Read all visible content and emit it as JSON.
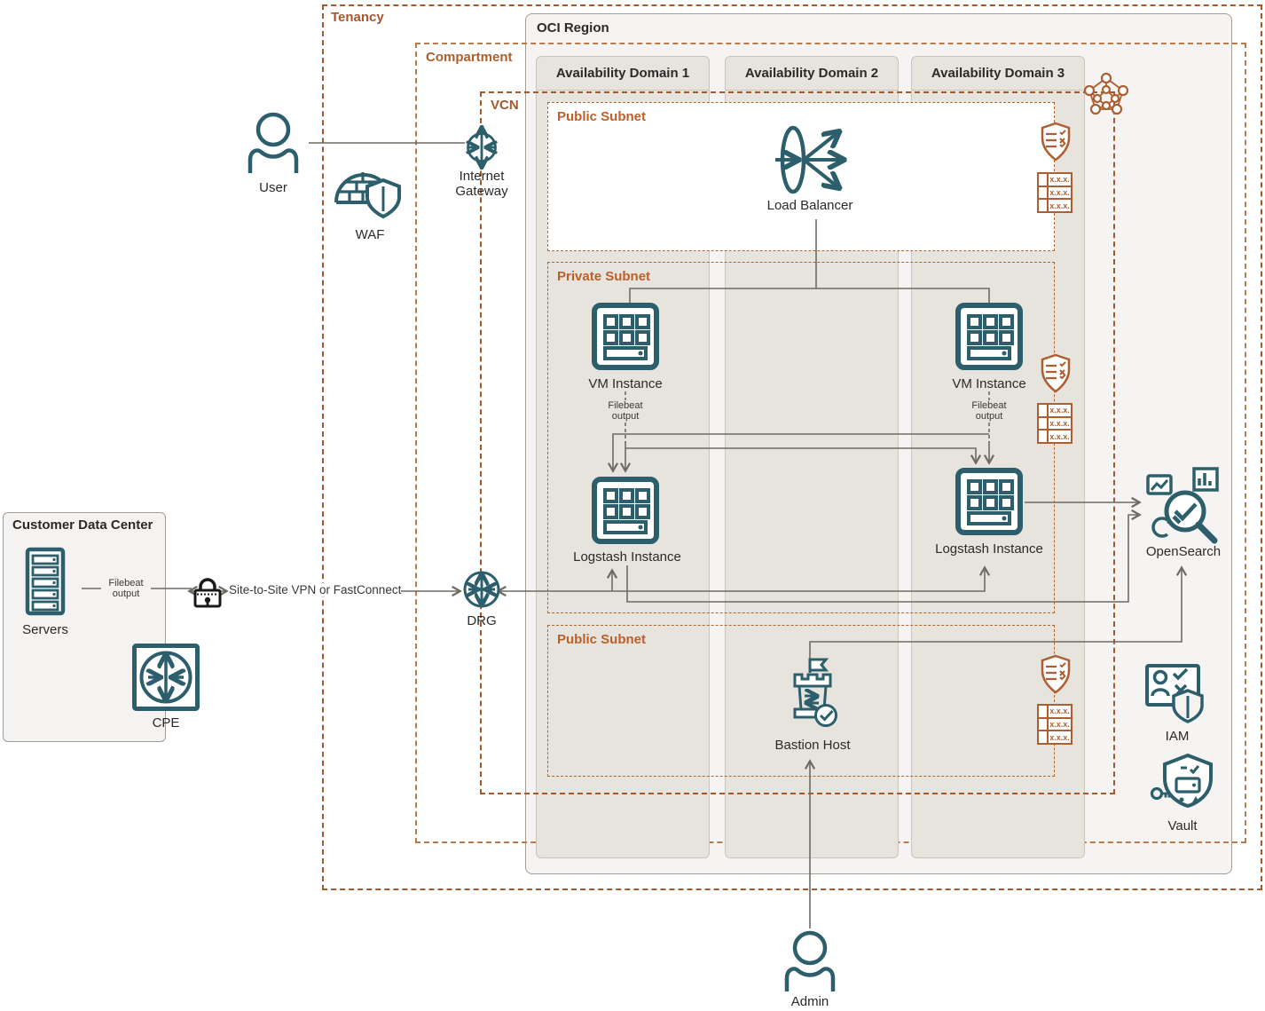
{
  "colors": {
    "accent_orange": "#a6582c",
    "icon_teal": "#2c5f6b",
    "line_gray": "#6e6a64",
    "text_dark": "#2c2a28",
    "region_fill": "#f5f4f2",
    "ad_column_fill": "#e7e4de"
  },
  "containers": {
    "tenancy": "Tenancy",
    "region": "OCI Region",
    "compartment": "Compartment",
    "vcn": "VCN",
    "availability_domains": [
      "Availability Domain 1",
      "Availability Domain 2",
      "Availability Domain 3"
    ],
    "public_subnet_top": "Public Subnet",
    "private_subnet": "Private Subnet",
    "public_subnet_bottom": "Public Subnet",
    "customer_dc": "Customer Data Center"
  },
  "nodes": {
    "user": "User",
    "waf": "WAF",
    "internet_gateway": "Internet Gateway",
    "load_balancer": "Load Balancer",
    "vm_left": "VM Instance",
    "vm_right": "VM Instance",
    "logstash_left": "Logstash Instance",
    "logstash_right": "Logstash Instance",
    "bastion": "Bastion Host",
    "opensearch": "OpenSearch",
    "iam": "IAM",
    "vault": "Vault",
    "admin": "Admin",
    "servers": "Servers",
    "cpe": "CPE",
    "drg": "DRG"
  },
  "edge_labels": {
    "filebeat_left": "Filebeat output",
    "filebeat_right": "Filebeat output",
    "filebeat_dc": "Filebeat output",
    "vpn": "Site-to-Site VPN or FastConnect"
  },
  "icons": {
    "route_table_text": "x.x.x."
  }
}
